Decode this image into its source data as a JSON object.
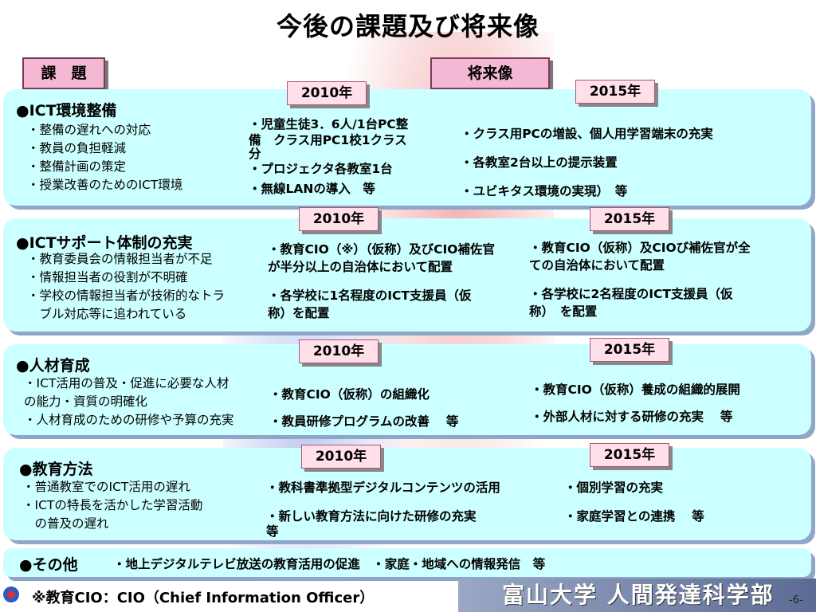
{
  "title": "今後の課題及び将来像",
  "headers": {
    "issues": "課　題",
    "future": "将来像"
  },
  "sections": [
    {
      "heading": "●ICT環境整備",
      "items": [
        "・整備の遅れへの対応",
        "・教員の負担軽減",
        "・整備計画の策定",
        "・授業改善のためのICT環境"
      ],
      "y2010_label": "2010年",
      "y2010": [
        "・児童生徒3．6人/1台PC整",
        "備　クラス用PC1校1クラス",
        "分",
        "・プロジェクタ各教室1台",
        "・無線LANの導入　等"
      ],
      "y2015_label": "2015年",
      "y2015": [
        "・クラス用PCの増設、個人用学習端末の充実",
        "・各教室2台以上の提示装置",
        "・ユビキタス環境の実現）　等"
      ]
    },
    {
      "heading": "●ICTサポート体制の充実",
      "items": [
        "・教育委員会の情報担当者が不足",
        "・情報担当者の役割が不明確",
        "・学校の情報担当者が技術的なトラ",
        "　ブル対応等に追われている"
      ],
      "y2010_label": "2010年",
      "y2010": [
        "・教育CIO（※）（仮称）及びCIO補佐官",
        "が半分以上の自治体において配置",
        "・各学校に1名程度のICT支援員（仮",
        "称）を配置"
      ],
      "y2015_label": "2015年",
      "y2015": [
        "・教育CIO（仮称）及CIOび補佐官が全",
        "ての自治体において配置",
        "・各学校に2名程度のICT支援員（仮",
        "称）　を配置"
      ]
    },
    {
      "heading": "●人材育成",
      "items": [
        "・ICT活用の普及・促進に必要な人材",
        "の能力・資質の明確化",
        "・人材育成のための研修や予算の充実"
      ],
      "y2010_label": "2010年",
      "y2010": [
        "・教育CIO（仮称）の組織化",
        "・教員研修プログラムの改善　 等"
      ],
      "y2015_label": "2015年",
      "y2015": [
        "・教育CIO（仮称）養成の組織的展開",
        "・外部人材に対する研修の充実　 等"
      ]
    },
    {
      "heading": "●教育方法",
      "items": [
        "・普通教室でのICT活用の遅れ",
        "・ICTの特長を活かした学習活動",
        "　の普及の遅れ"
      ],
      "y2010_label": "2010年",
      "y2010": [
        "・教科書準拠型デジタルコンテンツの活用",
        "・新しい教育方法に向けた研修の充実",
        "等"
      ],
      "y2015_label": "2015年",
      "y2015": [
        "・個別学習の充実",
        "・家庭学習との連携　 等"
      ]
    }
  ],
  "other": {
    "heading": "●その他",
    "text": "・地上デジタルテレビ放送の教育活用の促進　・家庭・地域への情報発信　等"
  },
  "note": "※教育CIO：CIO（Chief Information Officer）",
  "footer": {
    "university": "富山大学 人間発達科学部",
    "page": "-6-"
  },
  "colors": {
    "panel": "#ccffff",
    "pink_button": "#f4b8d4",
    "year_box": "#ffe0e8"
  }
}
